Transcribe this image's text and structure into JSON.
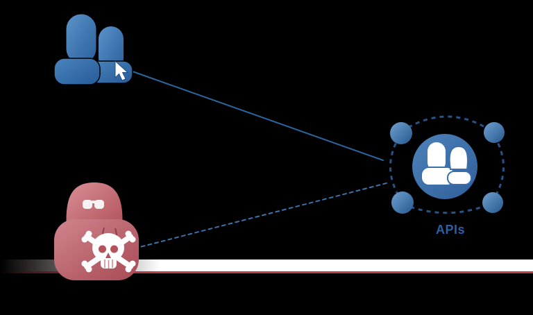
{
  "diagram": {
    "background_color": "#000000",
    "cluster": {
      "label": "APIs",
      "label_color": "#2d5fa4",
      "node_count": 4
    },
    "icons": {
      "top_left": "users-with-cursor-icon",
      "bottom_left": "hooded-hacker-skull-icon",
      "right": "api-people-network-icon"
    },
    "edges": [
      {
        "from": "users-with-cursor-icon",
        "to": "api-people-network-icon",
        "style": "solid"
      },
      {
        "from": "hooded-hacker-skull-icon",
        "to": "api-people-network-icon",
        "style": "dashed"
      }
    ],
    "colors": {
      "primary_blue": "#2d66a5",
      "blue_highlight": "#5c93c9",
      "blue_dark": "#27598f",
      "connector_blue": "#2d6ba6",
      "hacker_red": "#bc5560",
      "hacker_red_light": "#d0858c",
      "hacker_red_dark": "#a04550",
      "silhouette_white": "#ffffff",
      "band_white": "#ffffff",
      "band_red": "#b9404a"
    }
  }
}
